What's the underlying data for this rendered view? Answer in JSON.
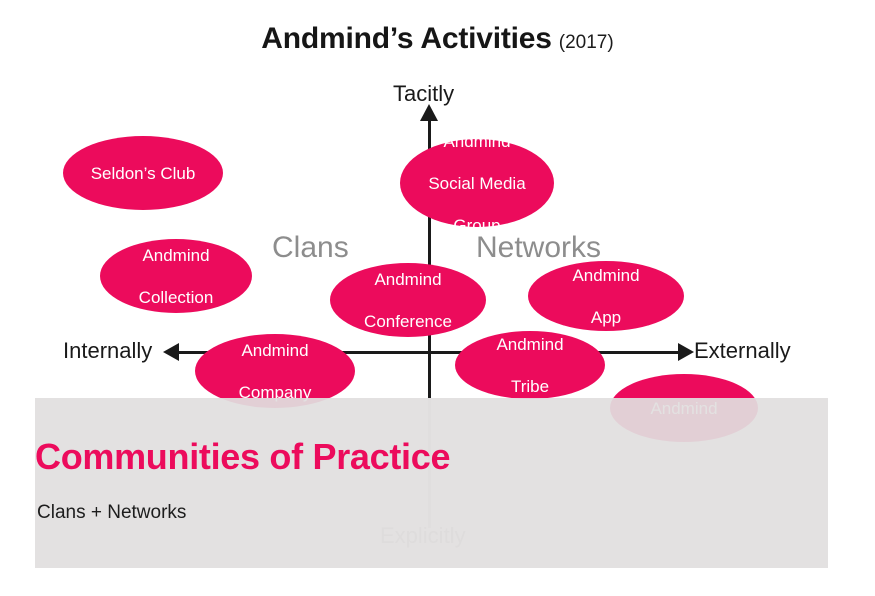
{
  "title": {
    "main": "Andmind’s Activities",
    "year": "(2017)"
  },
  "axes": {
    "top_label": "Tacitly",
    "bottom_label": "Explicitly",
    "left_label": "Internally",
    "right_label": "Externally"
  },
  "quadrants": {
    "left": "Clans",
    "right": "Networks"
  },
  "nodes": [
    {
      "id": "seldons-club",
      "lines": [
        "Seldon’s Club"
      ]
    },
    {
      "id": "collection",
      "lines": [
        "Andmind",
        "Collection"
      ]
    },
    {
      "id": "social-media",
      "lines": [
        "Andmind",
        "Social Media",
        "Group"
      ]
    },
    {
      "id": "conference",
      "lines": [
        "Andmind",
        "Conference"
      ]
    },
    {
      "id": "app",
      "lines": [
        "Andmind",
        "App"
      ]
    },
    {
      "id": "company",
      "lines": [
        "Andmind",
        "Company"
      ]
    },
    {
      "id": "tribe",
      "lines": [
        "Andmind",
        "Tribe"
      ]
    },
    {
      "id": "partial",
      "lines": [
        "Andmind"
      ]
    }
  ],
  "banner": {
    "title": "Communities of Practice",
    "subtitle": "Clans + Networks"
  },
  "colors": {
    "accent_pink": "#EC0B5C",
    "band_gray": "#E1DFDF",
    "quadrant_gray": "#8D8D8D",
    "axis_black": "#1A1A1A"
  }
}
